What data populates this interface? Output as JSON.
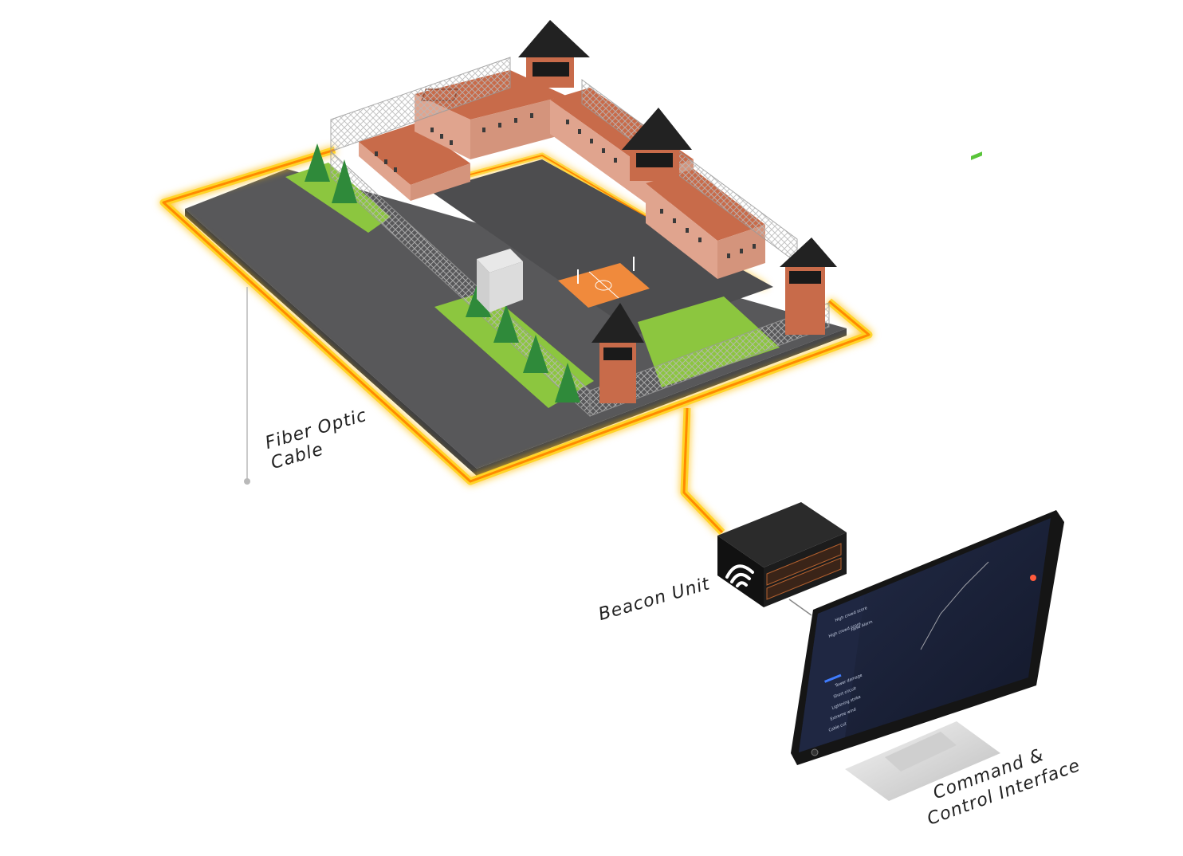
{
  "labels": {
    "fiber_optic_line1": "Fiber Optic",
    "fiber_optic_line2": "Cable",
    "beacon_unit": "Beacon Unit",
    "command_line1": "Command &",
    "command_line2": "Control Interface"
  },
  "monitor_ui": {
    "alerts": [
      "High crowd score",
      "High crowd score",
      "False Alarm",
      "Tower damage",
      "Short circuit",
      "Lightning strike",
      "Extreme wind",
      "Cable cut"
    ]
  },
  "colors": {
    "fiber_glow": "#ffd21a",
    "fiber_core": "#ff7a00",
    "ground": "#5a5a5c",
    "grass": "#8cc63f",
    "building_wall": "#d99a83",
    "roof": "#c86b4a",
    "tower_roof": "#222222",
    "court": "#f08a3c",
    "beacon_box": "#111111",
    "monitor_screen": "#1b2238"
  },
  "icons": [
    "beacon-logo-icon",
    "pine-tree-icon",
    "watchtower-icon"
  ]
}
